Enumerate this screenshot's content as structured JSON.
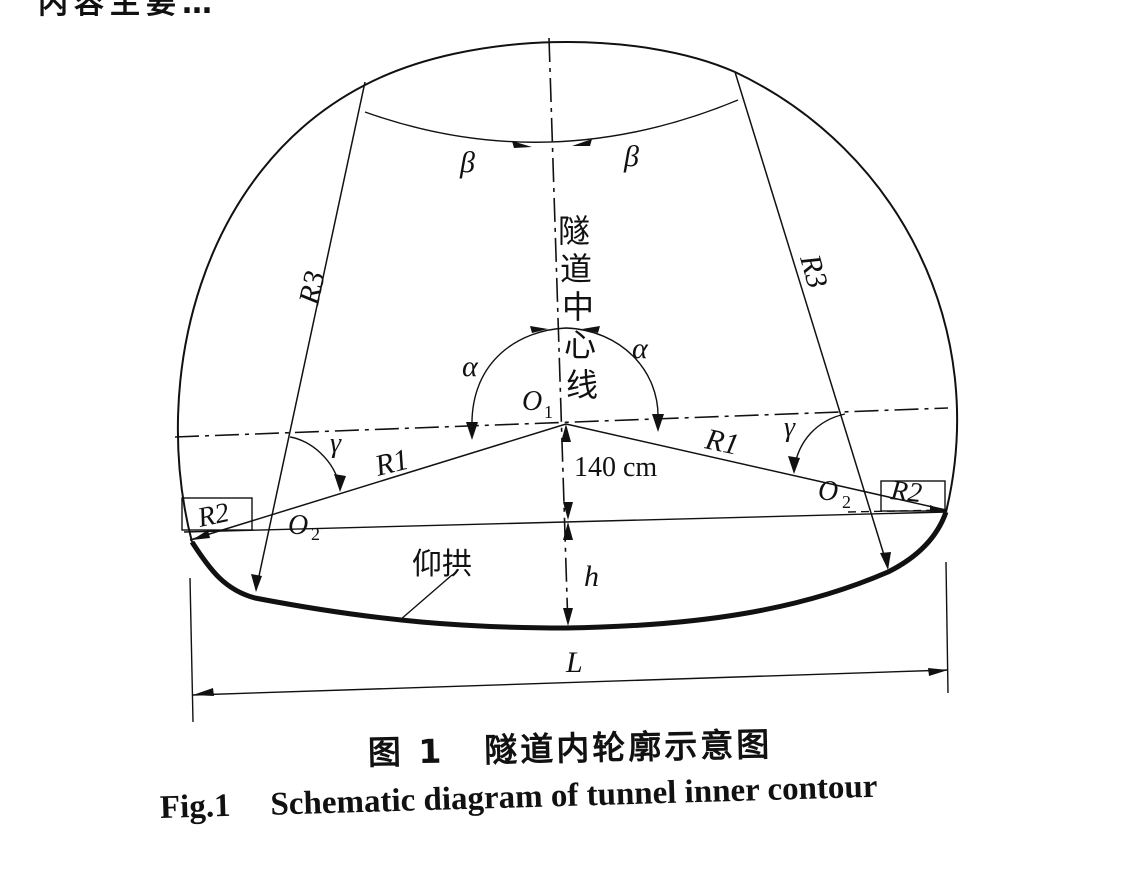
{
  "header_fragment": "内容主要…",
  "labels": {
    "beta_left": "β",
    "beta_right": "β",
    "alpha_left": "α",
    "alpha_right": "α",
    "gamma_left": "γ",
    "gamma_right": "γ",
    "r3_left": "R3",
    "r3_right": "R3",
    "r1_left": "R1",
    "r1_right": "R1",
    "r2_left": "R2",
    "r2_right": "R2",
    "o1": "O",
    "o1_sub": "1",
    "o2_left": "O",
    "o2_left_sub": "2",
    "o2_right": "O",
    "o2_right_sub": "2",
    "dim_140": "140 cm",
    "h": "h",
    "L": "L",
    "invert": "仰拱",
    "centerline": [
      "隧",
      "道",
      "中",
      "心",
      "线"
    ]
  },
  "caption": {
    "cn_num": "图 1",
    "cn_text": "隧道内轮廓示意图",
    "en_num": "Fig.1",
    "en_text": "Schematic diagram of tunnel inner contour"
  }
}
